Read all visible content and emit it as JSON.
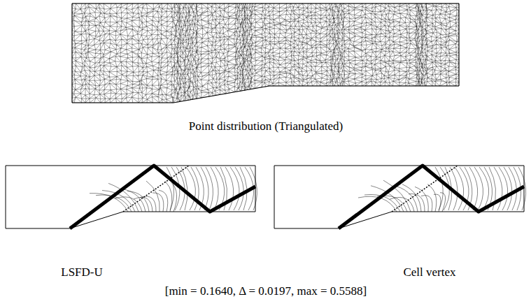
{
  "diagram": {
    "labels": [
      "Point distribution (Triangulated)",
      "LSFD-U",
      "Cell vertex",
      "[min = 0.1640, Δ = 0.0197, max = 0.5588]"
    ]
  }
}
